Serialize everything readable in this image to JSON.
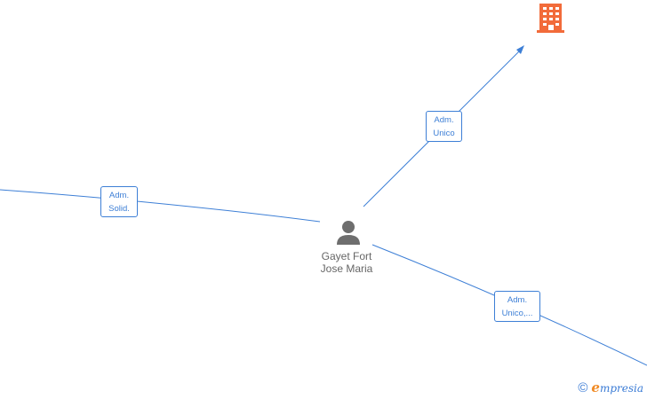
{
  "colors": {
    "edge": "#3d7fd6",
    "company": "#f26b3a",
    "person": "#6e6e6e",
    "brand_blue": "#3a7bd5",
    "brand_orange": "#f08a24"
  },
  "person": {
    "name_line1": "Gayet Fort",
    "name_line2": "Jose Maria",
    "icon": "person-icon"
  },
  "company": {
    "icon": "building-icon"
  },
  "edges": [
    {
      "id": "edge-to-company",
      "label_line1": "Adm.",
      "label_line2": "Unico"
    },
    {
      "id": "edge-left",
      "label_line1": "Adm.",
      "label_line2": "Solid."
    },
    {
      "id": "edge-bottom-right",
      "label_line1": "Adm.",
      "label_line2": "Unico,..."
    }
  ],
  "watermark": {
    "copyright": "©",
    "brand_first": "e",
    "brand_rest": "mpresia"
  }
}
